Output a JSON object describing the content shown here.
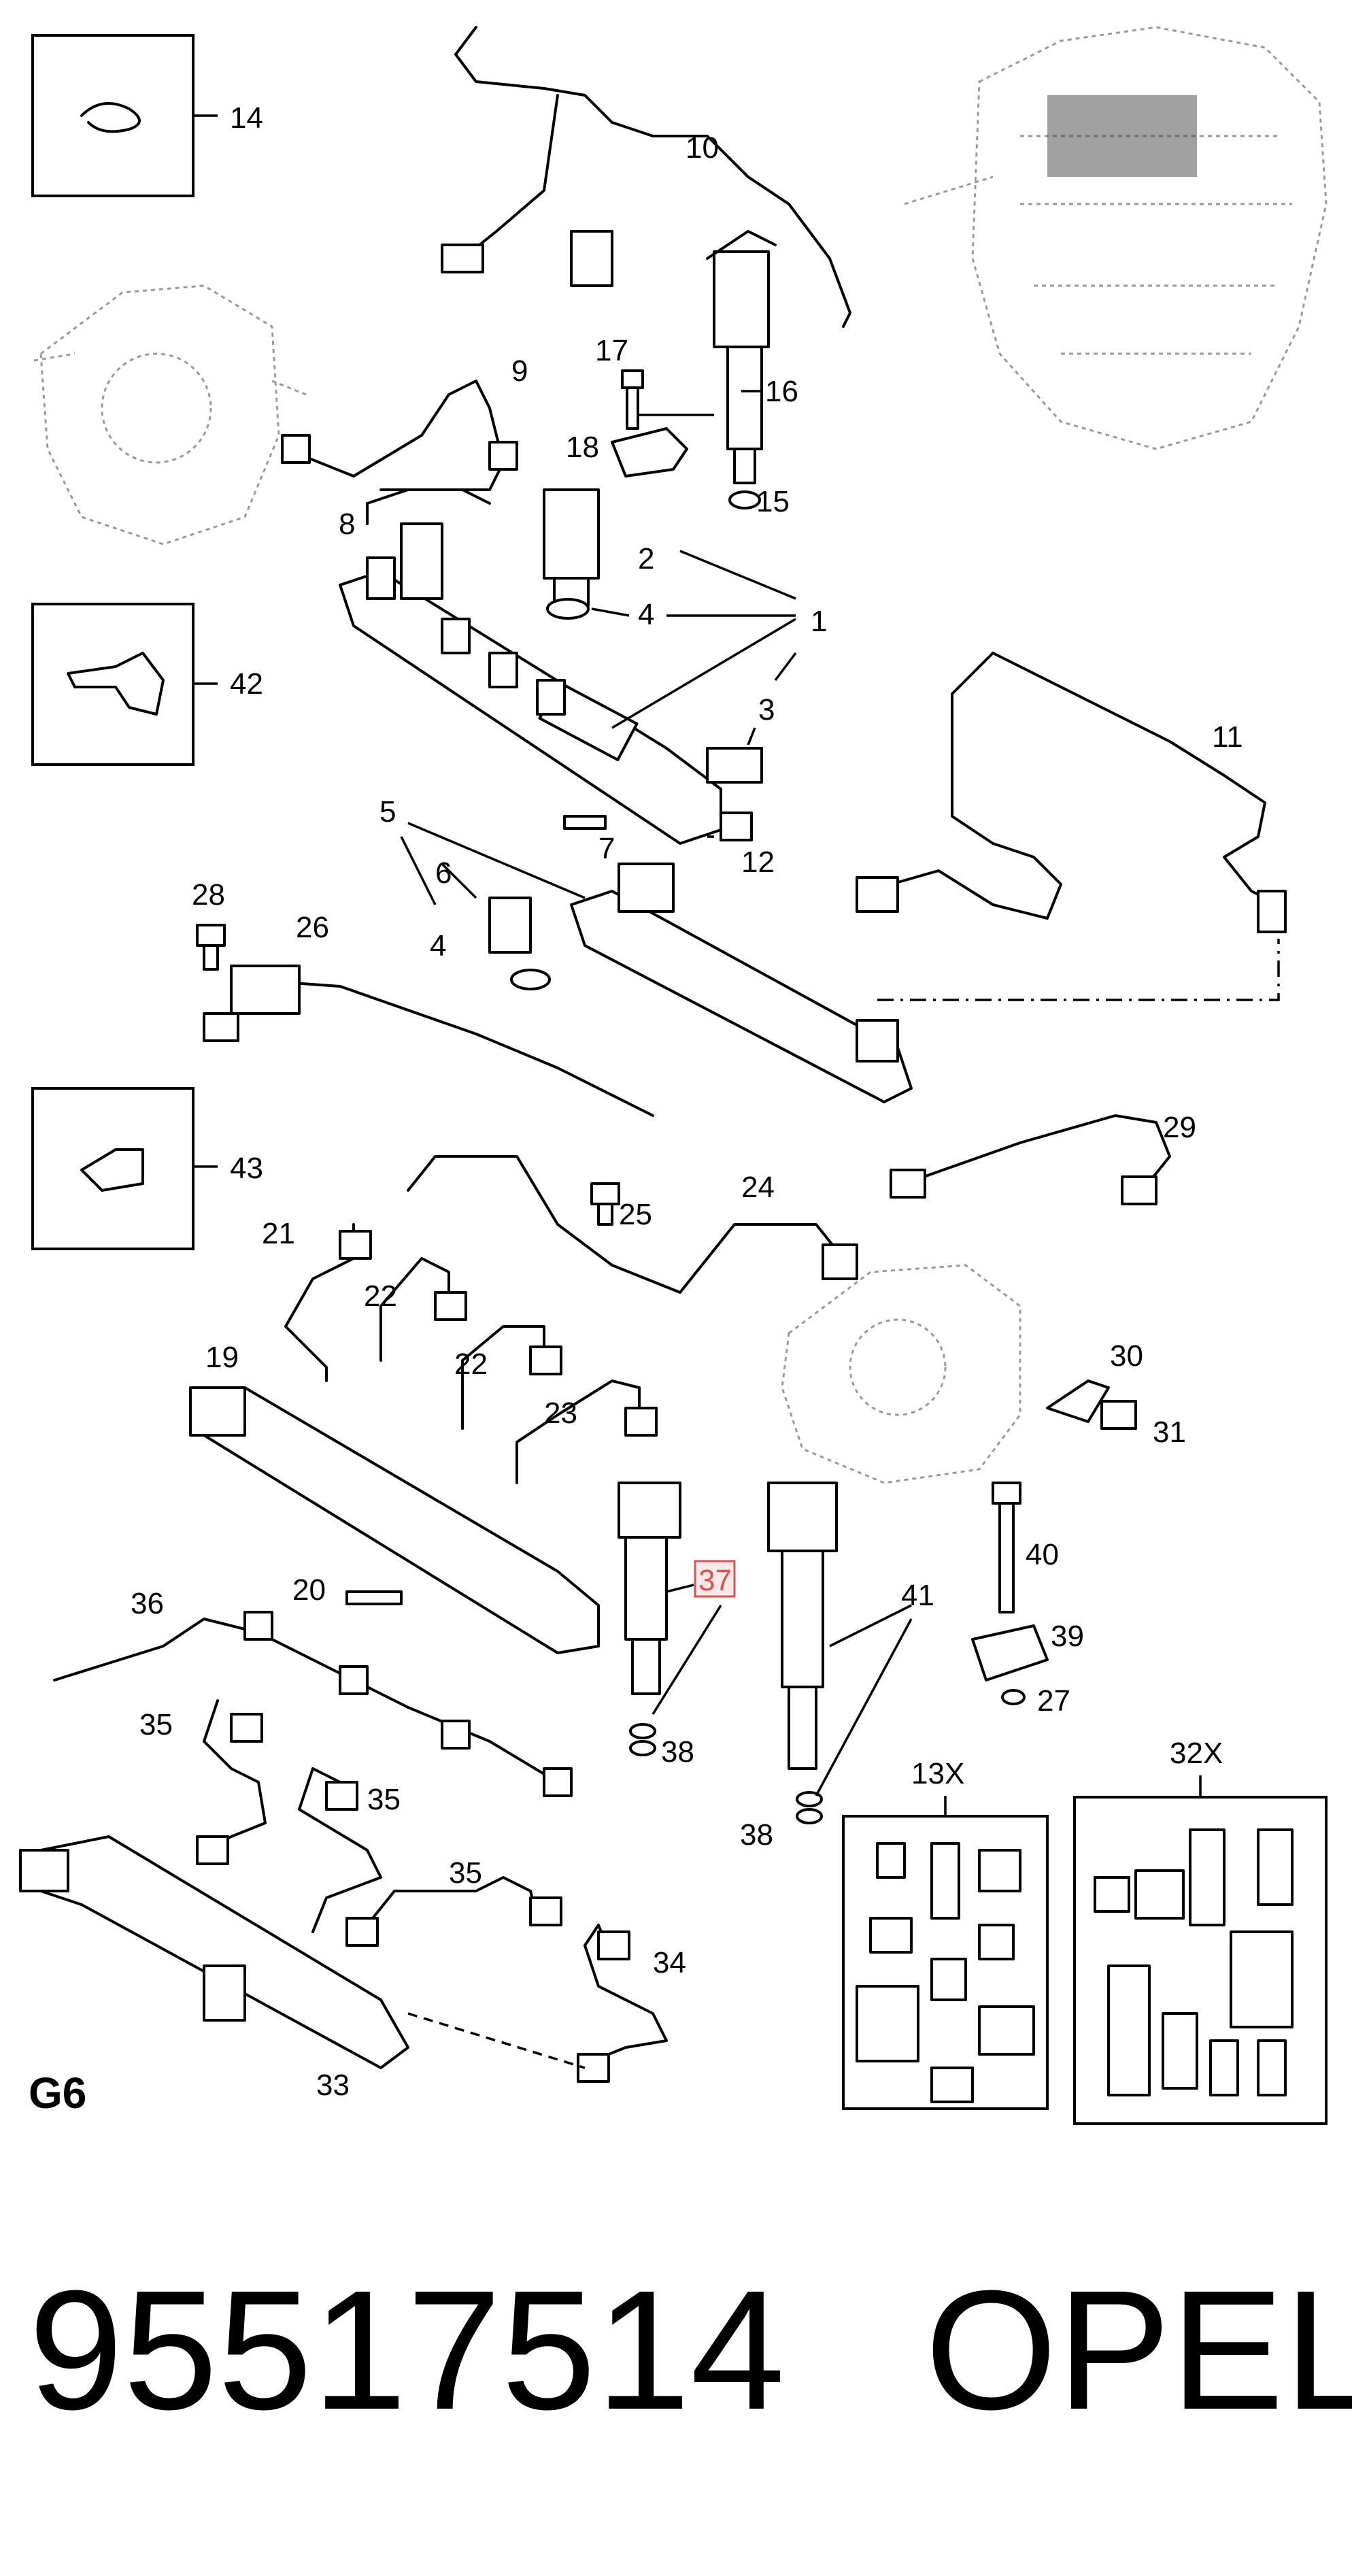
{
  "diagram": {
    "group_code": "G6",
    "part_number": "95517514",
    "brand": "OPEL",
    "highlighted_callout": "37",
    "highlight_color": "#d9534f",
    "callouts": {
      "c1": "1",
      "c2": "2",
      "c3": "3",
      "c4a": "4",
      "c4b": "4",
      "c5": "5",
      "c6": "6",
      "c7": "7",
      "c8": "8",
      "c9": "9",
      "c10": "10",
      "c11": "11",
      "c12": "12",
      "c13x": "13X",
      "c14": "14",
      "c15": "15",
      "c16": "16",
      "c17": "17",
      "c18": "18",
      "c19": "19",
      "c20": "20",
      "c21": "21",
      "c22a": "22",
      "c22b": "22",
      "c23": "23",
      "c24": "24",
      "c25": "25",
      "c26": "26",
      "c27": "27",
      "c28": "28",
      "c29": "29",
      "c30": "30",
      "c31": "31",
      "c32x": "32X",
      "c33": "33",
      "c34": "34",
      "c35a": "35",
      "c35b": "35",
      "c35c": "35",
      "c36": "36",
      "c37": "37",
      "c38a": "38",
      "c38b": "38",
      "c39": "39",
      "c40": "40",
      "c41": "41",
      "c42": "42",
      "c43": "43"
    }
  }
}
